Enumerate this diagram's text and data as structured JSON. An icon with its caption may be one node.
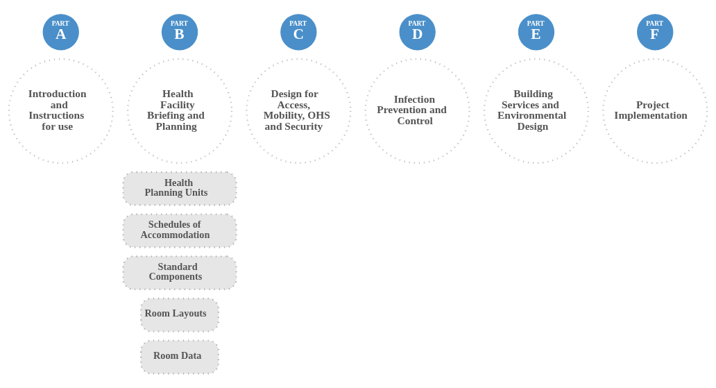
{
  "diagram": {
    "nodes": [
      {
        "text": [
          "PART",
          "A"
        ]
      },
      {
        "text": [
          "Introduction and Instructions for use"
        ]
      },
      {
        "text": [
          "PART",
          "B"
        ]
      },
      {
        "text": [
          "Health Facility Briefing and Planning"
        ]
      },
      {
        "text": [
          "PART",
          "C"
        ]
      },
      {
        "text": [
          "Design for Access, Mobility, OHS and Security"
        ]
      },
      {
        "text": [
          "PART",
          "D"
        ]
      },
      {
        "text": [
          "Infection Prevention and Control"
        ]
      },
      {
        "text": [
          "PART",
          "E"
        ]
      },
      {
        "text": [
          "Building Services and Environmental Design"
        ]
      },
      {
        "text": [
          "PART",
          "F"
        ]
      },
      {
        "text": [
          "Project Implementation"
        ]
      },
      {
        "text": [
          "Health Planning Units"
        ]
      },
      {
        "text": [
          "Schedules of Accommodation"
        ]
      },
      {
        "text": [
          "Standard Components"
        ]
      },
      {
        "text": [
          "Room Layouts"
        ]
      },
      {
        "text": [
          "Room Data"
        ]
      }
    ],
    "edges": []
  }
}
